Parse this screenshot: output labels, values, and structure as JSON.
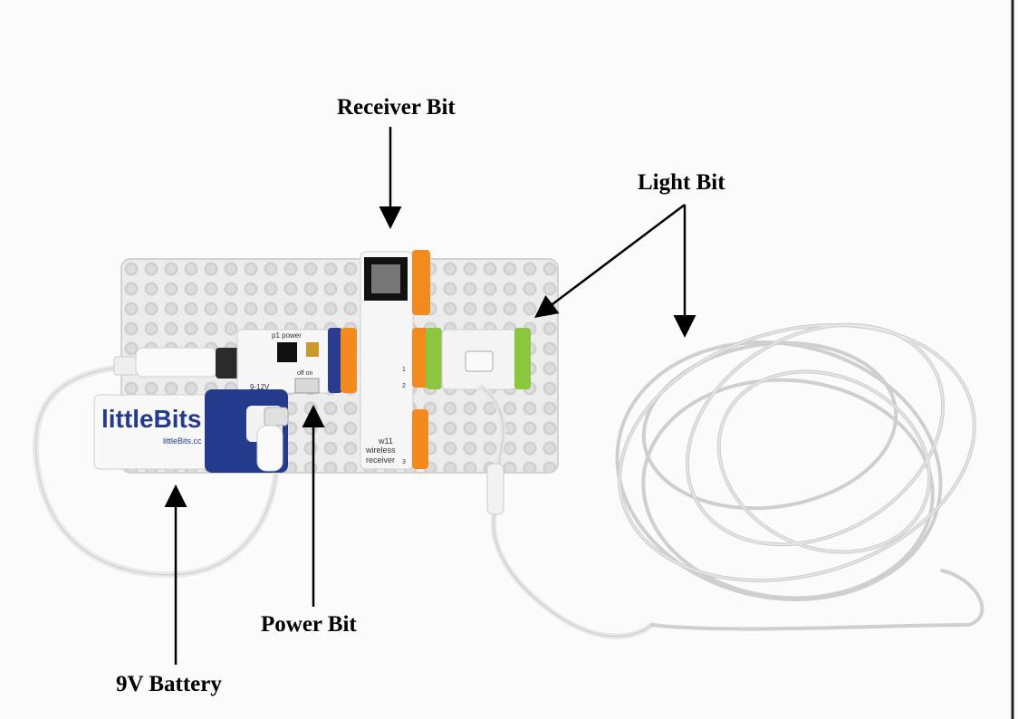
{
  "labels": {
    "receiver": "Receiver Bit",
    "light": "Light Bit",
    "power": "Power Bit",
    "battery": "9V Battery"
  },
  "battery_print": {
    "brand": "littleBits",
    "url": "littleBits.cc"
  },
  "module_print": {
    "power_name": "p1 power",
    "power_voltage": "9-12V",
    "power_switch": "off  on",
    "receiver_name": "w11",
    "receiver_sub1": "wireless",
    "receiver_sub2": "receiver",
    "receiver_pin1": "1",
    "receiver_pin2": "2",
    "receiver_pin3": "3"
  },
  "colors": {
    "background": "#fbfbfb",
    "mounting_board": "#ececec",
    "bit_orange": "#f28a1e",
    "bit_green": "#8cc63f",
    "bit_blue": "#2a3c8f",
    "battery_blue": "#243a8c",
    "arrow": "#000000"
  }
}
